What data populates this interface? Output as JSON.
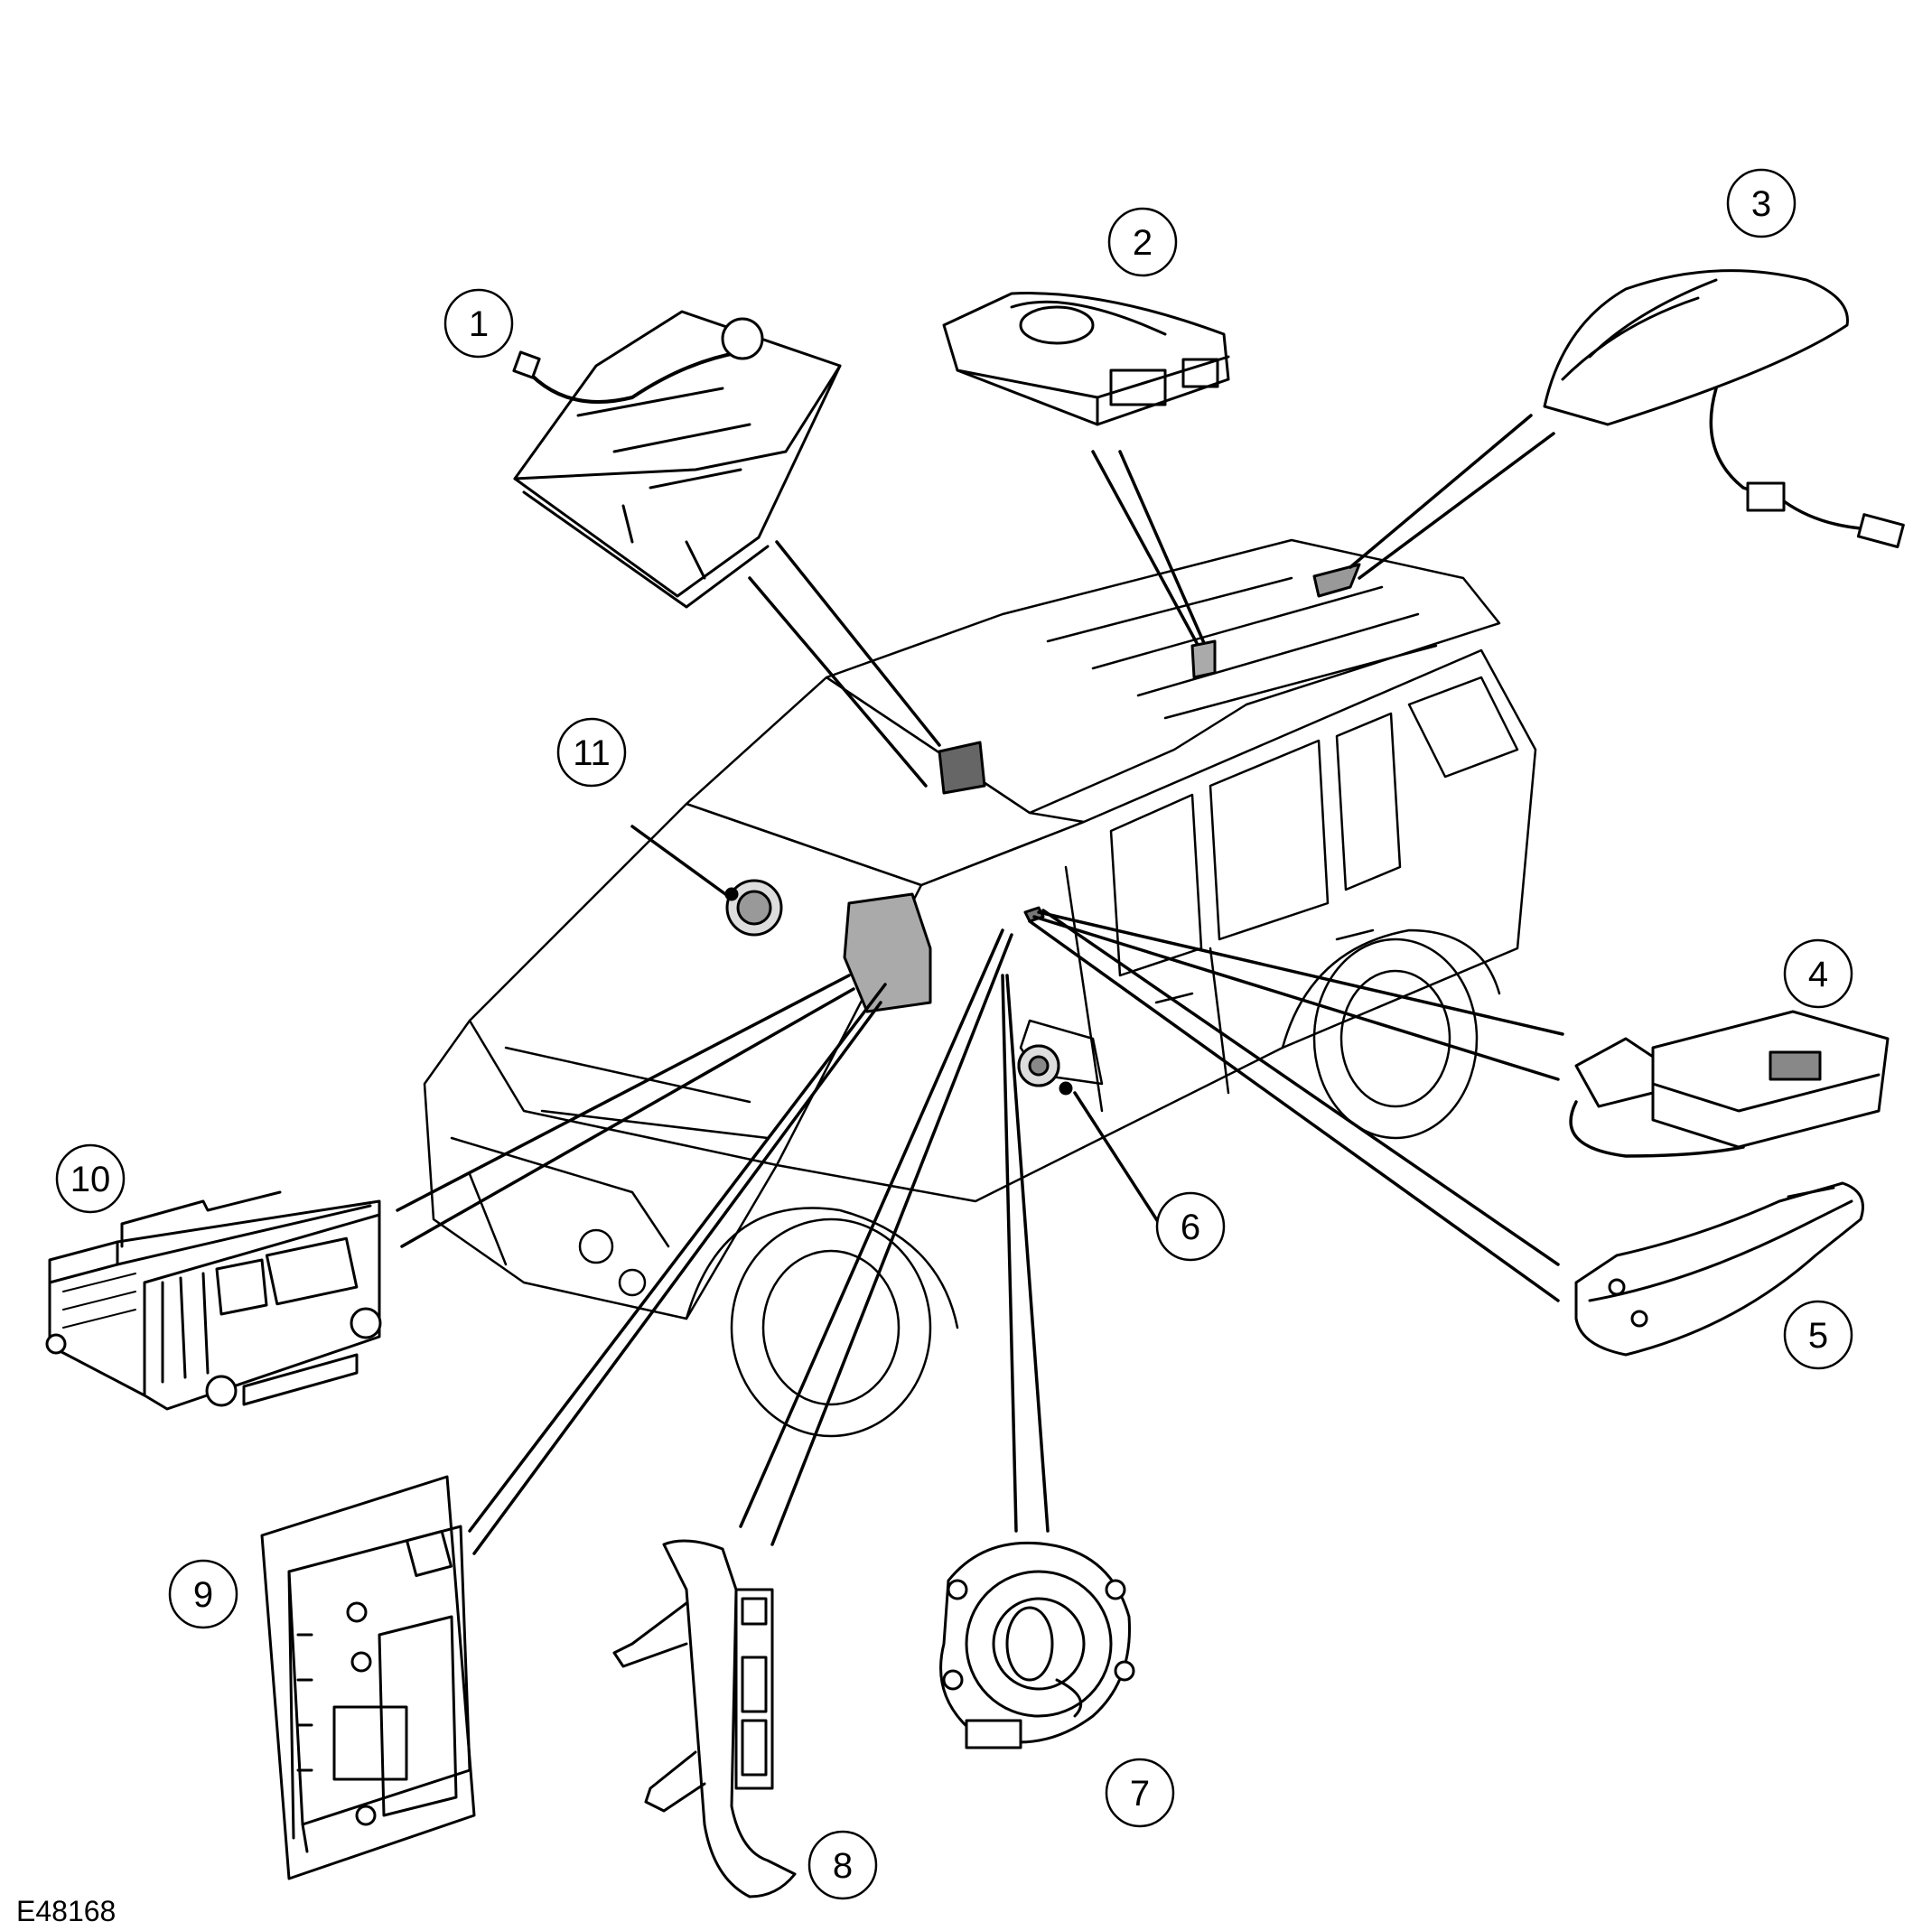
{
  "figure_id": "E48168",
  "callouts": [
    {
      "number": "1",
      "component": "overhead-console-microphone"
    },
    {
      "number": "2",
      "component": "telephone-module"
    },
    {
      "number": "3",
      "component": "roof-antenna"
    },
    {
      "number": "4",
      "component": "phone-cradle-base"
    },
    {
      "number": "5",
      "component": "phone-cradle"
    },
    {
      "number": "6",
      "component": "door-speaker"
    },
    {
      "number": "7",
      "component": "clockspring"
    },
    {
      "number": "8",
      "component": "steering-wheel-switch-pack"
    },
    {
      "number": "9",
      "component": "control-module"
    },
    {
      "number": "10",
      "component": "audio-head-unit"
    },
    {
      "number": "11",
      "component": "dash-speaker"
    }
  ]
}
